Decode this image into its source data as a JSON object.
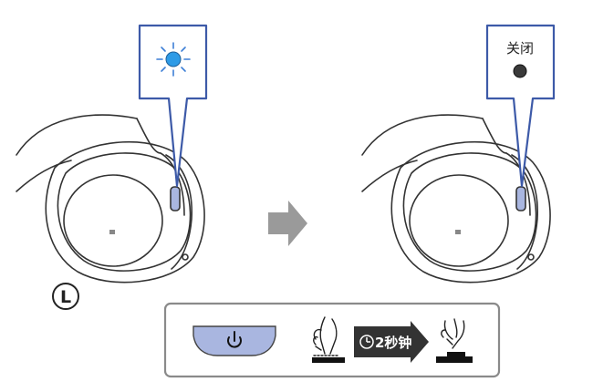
{
  "diagram": {
    "step1": {
      "indicator": {
        "state": "blinking",
        "color": "#2e9be6"
      }
    },
    "step2": {
      "indicator": {
        "label": "关闭",
        "state": "off",
        "color": "#3a3a3a"
      }
    },
    "side_label": "L",
    "instruction": {
      "duration_label": "2秒钟"
    },
    "colors": {
      "callout_border": "#3d5aa8",
      "arrow": "#9a9a9a",
      "power_button": "#a9b6e0",
      "outline": "#333333",
      "frame_border": "#8a8a8a"
    }
  }
}
